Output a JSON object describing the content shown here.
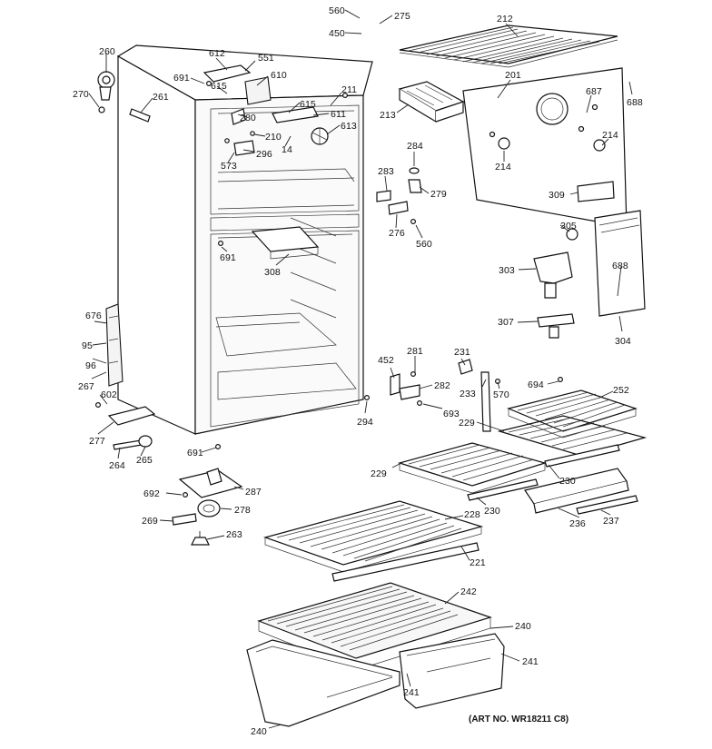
{
  "art_number": "(ART NO. WR18211 C8)",
  "labels": {
    "p560a": "560",
    "p275": "275",
    "p450": "450",
    "p212": "212",
    "p260": "260",
    "p270": "270",
    "p261": "261",
    "p612": "612",
    "p551": "551",
    "p691a": "691",
    "p615a": "615",
    "p610": "610",
    "p280": "280",
    "p615b": "615",
    "p211": "211",
    "p611": "611",
    "p613": "613",
    "p210": "210",
    "p573": "573",
    "p296": "296",
    "p14": "14",
    "p201": "201",
    "p213": "213",
    "p687": "687",
    "p688a": "688",
    "p214a": "214",
    "p214b": "214",
    "p284": "284",
    "p283": "283",
    "p279": "279",
    "p276": "276",
    "p560b": "560",
    "p309": "309",
    "p305": "305",
    "p303": "303",
    "p688b": "688",
    "p307": "307",
    "p304": "304",
    "p691b": "691",
    "p308": "308",
    "p676": "676",
    "p95": "95",
    "p96": "96",
    "p267": "267",
    "p602": "602",
    "p277": "277",
    "p264": "264",
    "p265": "265",
    "p691c": "691",
    "p294": "294",
    "p452": "452",
    "p281": "281",
    "p231": "231",
    "p282": "282",
    "p233": "233",
    "p570": "570",
    "p694": "694",
    "p252": "252",
    "p693": "693",
    "p229a": "229",
    "p229b": "229",
    "p230a": "230",
    "p230b": "230",
    "p236": "236",
    "p237": "237",
    "p692": "692",
    "p287": "287",
    "p278": "278",
    "p269": "269",
    "p263": "263",
    "p228": "228",
    "p221": "221",
    "p242": "242",
    "p240a": "240",
    "p241a": "241",
    "p241b": "241",
    "p240b": "240"
  }
}
